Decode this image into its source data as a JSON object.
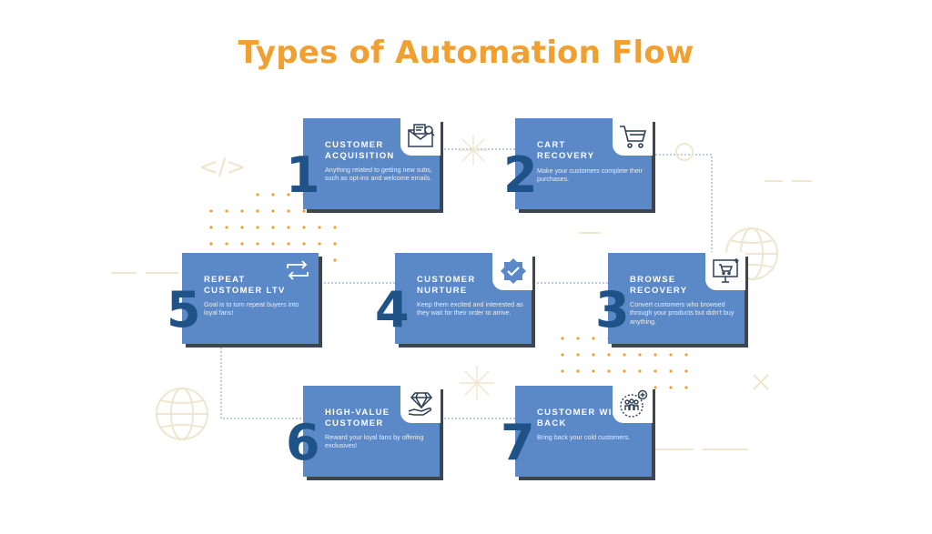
{
  "title": "Types of Automation Flow",
  "steps": [
    {
      "number": "1",
      "heading": "CUSTOMER ACQUISITION",
      "description": "Anything related to getting new subs, such as opt-ins and welcome emails.",
      "icon": "envelope-search-icon"
    },
    {
      "number": "2",
      "heading": "CART RECOVERY",
      "description": "Make your customers complete their purchases.",
      "icon": "shopping-cart-icon"
    },
    {
      "number": "3",
      "heading": "BROWSE RECOVERY",
      "description": "Convert customers who browsed through your products but didn't buy anything.",
      "icon": "monitor-cart-icon"
    },
    {
      "number": "4",
      "heading": "CUSTOMER NURTURE",
      "description": "Keep them excited and interested as they wait for their order to arrive.",
      "icon": "verified-badge-icon"
    },
    {
      "number": "5",
      "heading": "REPEAT CUSTOMER LTV",
      "description": "Goal is to turn repeat buyers into loyal fans!",
      "icon": "repeat-arrows-icon"
    },
    {
      "number": "6",
      "heading": "HIGH-VALUE CUSTOMER",
      "description": "Reward your loyal fans by offering exclusives!",
      "icon": "diamond-hand-icon"
    },
    {
      "number": "7",
      "heading": "CUSTOMER WIN-BACK",
      "description": "Bring back your cold customers.",
      "icon": "people-add-icon"
    }
  ],
  "colors": {
    "title": "#f0a030",
    "card": "#5b88c6",
    "number": "#1f5286",
    "accent_dots": "#f0a030",
    "decoration": "#efe6cf"
  }
}
